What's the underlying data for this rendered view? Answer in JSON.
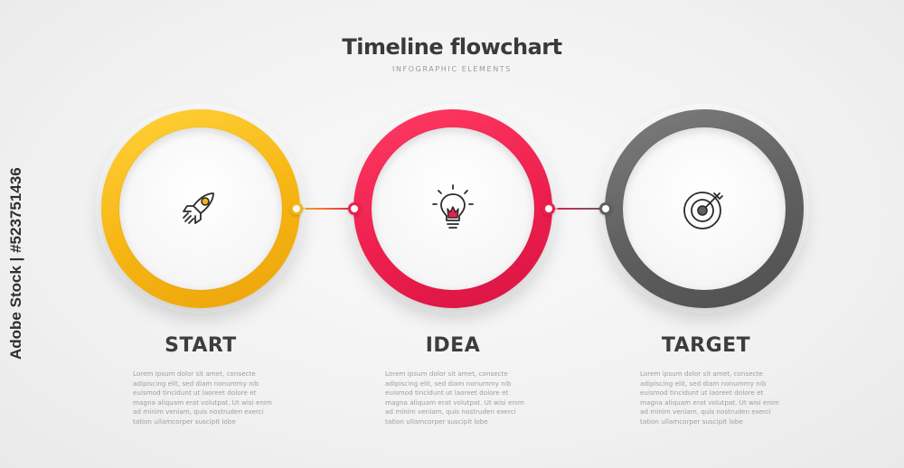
{
  "title": "Timeline flowchart",
  "subtitle": "INFOGRAPHIC ELEMENTS",
  "watermark": "Adobe Stock | #523751436",
  "colors": {
    "yellow": "#f6b512",
    "red": "#ee1f4e",
    "gray": "#5f5f5f",
    "text": "#3d3d3d"
  },
  "steps": [
    {
      "heading": "START",
      "icon": "rocket-icon",
      "color": "#f6b512",
      "description": "Lorem ipsum dolor sit amet, consecte adipiscing elit, sed diam nonummy nib euismod tincidunt ut laoreet dolore et magna aliquam erat volutpat. Ut wisi enim ad minim veniam, quis nostruden exerci tation ullamcorper suscipit lobe"
    },
    {
      "heading": "IDEA",
      "icon": "lightbulb-icon",
      "color": "#ee1f4e",
      "description": "Lorem ipsum dolor sit amet, consecte adipiscing elit, sed diam nonummy nib euismod tincidunt ut laoreet dolore et magna aliquam erat volutpat. Ut wisi enim ad minim veniam, quis nostruden exerci tation ullamcorper suscipit lobe"
    },
    {
      "heading": "TARGET",
      "icon": "target-icon",
      "color": "#5f5f5f",
      "description": "Lorem ipsum dolor sit amet, consecte adipiscing elit, sed diam nonummy nib euismod tincidunt ut laoreet dolore et magna aliquam erat volutpat. Ut wisi enim ad minim veniam, quis nostruden exerci tation ullamcorper suscipit lobe"
    }
  ]
}
